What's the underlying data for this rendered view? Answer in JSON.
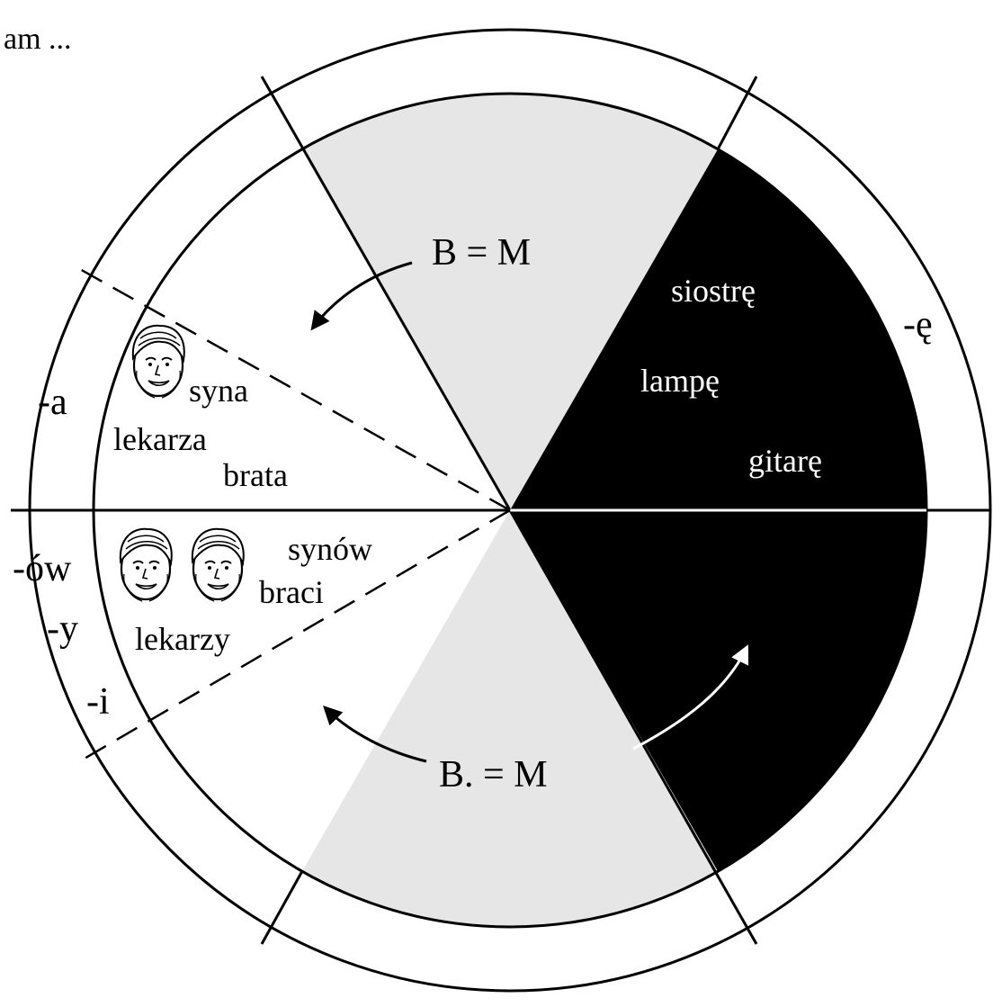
{
  "title": "am ...",
  "colors": {
    "background": "#ffffff",
    "ink": "#000000",
    "light_sector": "#e6e6e6",
    "dark_sector": "#000000",
    "dark_text": "#ffffff"
  },
  "feminine": {
    "ending": "-ę",
    "words": [
      "siostrę",
      "lampę",
      "gitarę"
    ]
  },
  "masculine_singular": {
    "ending": "-a",
    "words": [
      "syna",
      "lekarza",
      "brata"
    ]
  },
  "masculine_plural": {
    "endings": [
      "-ów",
      "-y",
      "-i"
    ],
    "words": [
      "synów",
      "braci",
      "lekarzy"
    ]
  },
  "rules": {
    "top": "B = M",
    "bottom": "B. = M"
  },
  "icons": {
    "singular_face": "man-face-icon",
    "plural_faces": "man-face-icon"
  }
}
